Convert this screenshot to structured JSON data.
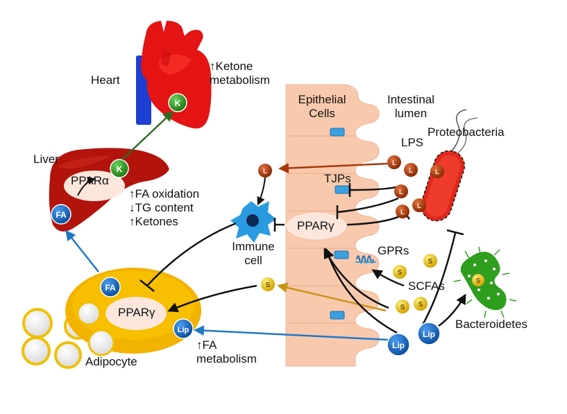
{
  "organs": {
    "heart": "Heart",
    "liver": "Liver",
    "adipocyte": "Adipocyte",
    "immune_cell_line1": "Immune",
    "immune_cell_line2": "cell"
  },
  "heart_effect": {
    "line1": "↑Ketone",
    "line2": "metabolism"
  },
  "liver_effects": {
    "line1": "↑FA oxidation",
    "line2": "↓TG content",
    "line3": "↑Ketones"
  },
  "adipocyte_effect": {
    "line1": "↑FA",
    "line2": "metabolism"
  },
  "intestine": {
    "epithelial_line1": "Epithelial",
    "epithelial_line2": "Cells",
    "lumen_line1": "Intestinal",
    "lumen_line2": "lumen",
    "tjps": "TJPs",
    "gprs": "GPRs"
  },
  "nuclear_receptors": {
    "liver": "PPARα",
    "epithelium": "PPARγ",
    "adipocyte": "PPARγ"
  },
  "microbes": {
    "proteobacteria": "Proteobacteria",
    "bacteroidetes": "Bacteroidetes"
  },
  "molecules": {
    "lps": "LPS",
    "scfas": "SCFAs"
  },
  "badges": {
    "K": "K",
    "FA": "FA",
    "Lip": "Lip",
    "L": "L",
    "S": "S"
  },
  "colors": {
    "heart": "#e41414",
    "liver": "#b2140c",
    "adipocyte": "#f2b200",
    "epithelium": "#f9c9ad",
    "arrow_ketone": "#2e6b1e",
    "arrow_lipid": "#1f78c8",
    "arrow_lps": "#a8380c",
    "arrow_scfa": "#c89417",
    "bacteroidetes": "#2f9e1f",
    "proteobacteria": "#e0281c"
  }
}
